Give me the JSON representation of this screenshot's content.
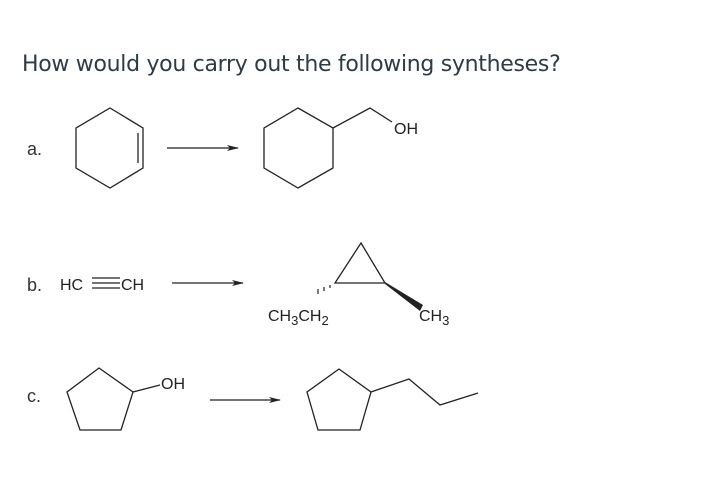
{
  "question": "How would you carry out the following syntheses?",
  "parts": [
    {
      "label": "a.",
      "reactant": "cyclohexene",
      "product_label": "OH"
    },
    {
      "label": "b.",
      "reactant_left": "HC",
      "reactant_right": "CH",
      "product_labels": {
        "ethyl_a": "CH",
        "ethyl_a_sub": "3",
        "ethyl_b": "CH",
        "ethyl_b_sub": "2",
        "methyl": "CH",
        "methyl_sub": "3"
      }
    },
    {
      "label": "c.",
      "reactant_label": "OH",
      "product": "propylcyclopentane"
    }
  ]
}
